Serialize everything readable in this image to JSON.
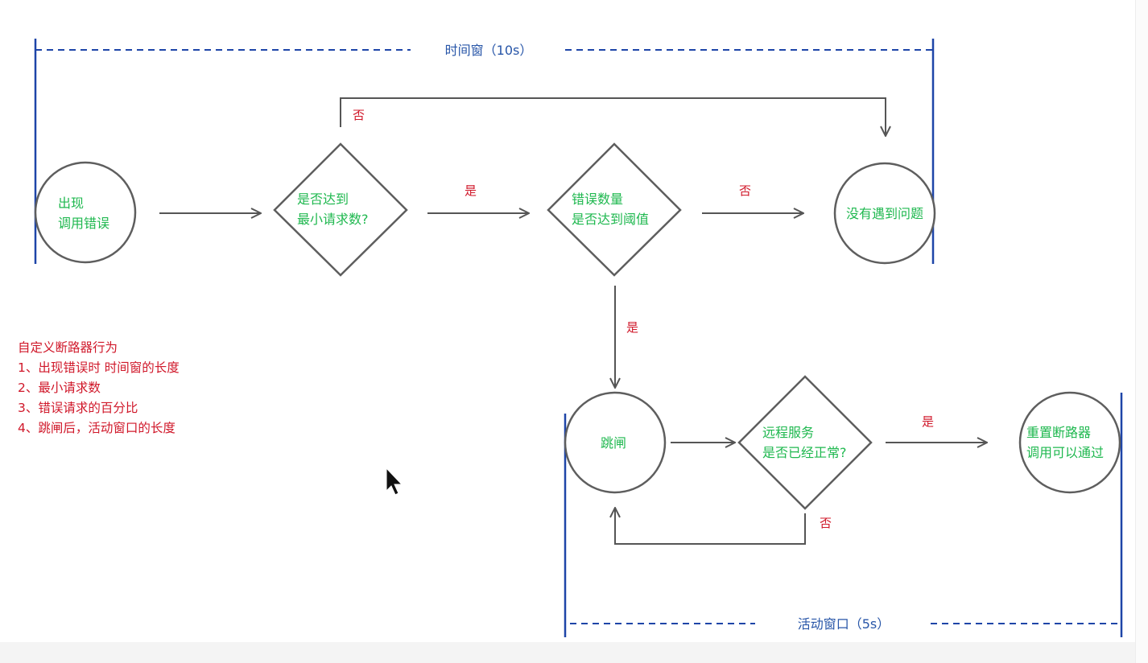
{
  "colors": {
    "window_line": "#1e45a8",
    "window_text": "#2856a8",
    "node_stroke": "#5e5e5e",
    "node_text": "#1fb84f",
    "edge_label": "#d0182a",
    "note_text": "#d0182a",
    "arrow": "#555555"
  },
  "windows": {
    "time_window": {
      "label": "时间窗（10s）"
    },
    "active_window": {
      "label": "活动窗口（5s）"
    }
  },
  "nodes": {
    "error_occurs": {
      "lines": [
        "出现",
        "调用错误"
      ]
    },
    "min_requests": {
      "lines": [
        "是否达到",
        "最小请求数?"
      ]
    },
    "error_threshold": {
      "lines": [
        "错误数量",
        "是否达到阈值"
      ]
    },
    "no_problem": {
      "lines": [
        "没有遇到问题"
      ]
    },
    "trip": {
      "lines": [
        "跳闸"
      ]
    },
    "remote_normal": {
      "lines": [
        "远程服务",
        "是否已经正常?"
      ]
    },
    "reset_breaker": {
      "lines": [
        "重置断路器",
        "调用可以通过"
      ]
    }
  },
  "edge_labels": {
    "min_no": "否",
    "min_yes": "是",
    "threshold_no": "否",
    "threshold_yes": "是",
    "remote_yes": "是",
    "remote_no": "否"
  },
  "notes": {
    "title": "自定义断路器行为",
    "items": [
      "1、出现错误时 时间窗的长度",
      "2、最小请求数",
      "3、错误请求的百分比",
      "4、跳闸后，活动窗口的长度"
    ]
  },
  "cursor": {
    "icon": "mouse-pointer-icon"
  }
}
